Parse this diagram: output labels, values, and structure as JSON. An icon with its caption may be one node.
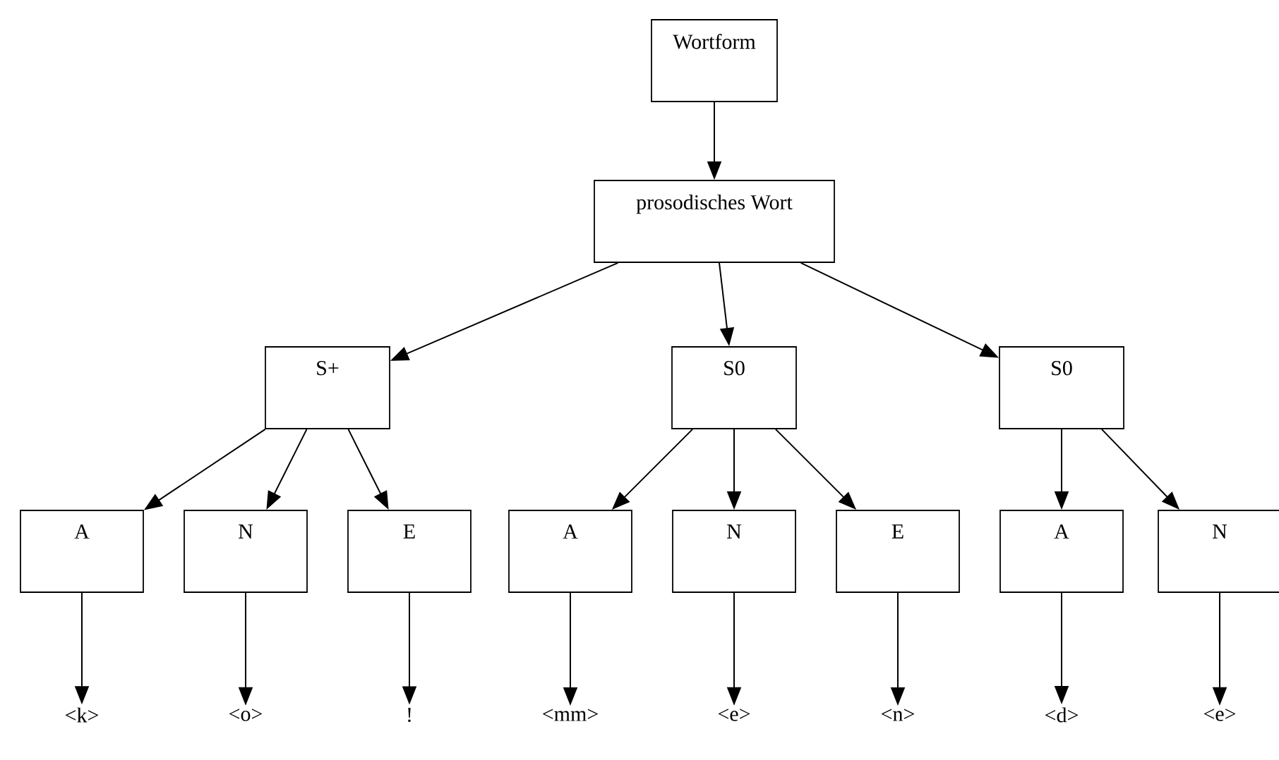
{
  "diagram": {
    "nodes": [
      {
        "text": [
          "Wortform"
        ]
      },
      {
        "text": [
          "prosodisches Wort"
        ]
      },
      {
        "text": [
          "S+"
        ]
      },
      {
        "text": [
          "S0"
        ]
      },
      {
        "text": [
          "S0"
        ]
      },
      {
        "text": [
          "A"
        ]
      },
      {
        "text": [
          "N"
        ]
      },
      {
        "text": [
          "E"
        ]
      },
      {
        "text": [
          "A"
        ]
      },
      {
        "text": [
          "N"
        ]
      },
      {
        "text": [
          "E"
        ]
      },
      {
        "text": [
          "A"
        ]
      },
      {
        "text": [
          "N"
        ]
      },
      {
        "text": [
          "<k>"
        ]
      },
      {
        "text": [
          "<o>"
        ]
      },
      {
        "text": [
          "!"
        ]
      },
      {
        "text": [
          "<mm>"
        ]
      },
      {
        "text": [
          "<e>"
        ]
      },
      {
        "text": [
          "<n>"
        ]
      },
      {
        "text": [
          "<d>"
        ]
      },
      {
        "text": [
          "<e>"
        ]
      }
    ],
    "edges": [
      {
        "from": 0,
        "to": 1,
        "arrow": "to"
      },
      {
        "from": 1,
        "to": 2,
        "arrow": "to"
      },
      {
        "from": 1,
        "to": 3,
        "arrow": "to"
      },
      {
        "from": 1,
        "to": 4,
        "arrow": "to"
      },
      {
        "from": 2,
        "to": 5,
        "arrow": "to"
      },
      {
        "from": 2,
        "to": 6,
        "arrow": "to"
      },
      {
        "from": 2,
        "to": 7,
        "arrow": "to"
      },
      {
        "from": 3,
        "to": 8,
        "arrow": "to"
      },
      {
        "from": 3,
        "to": 9,
        "arrow": "to"
      },
      {
        "from": 3,
        "to": 10,
        "arrow": "to"
      },
      {
        "from": 4,
        "to": 11,
        "arrow": "to"
      },
      {
        "from": 4,
        "to": 12,
        "arrow": "to"
      },
      {
        "from": 5,
        "to": 13,
        "arrow": "to"
      },
      {
        "from": 6,
        "to": 14,
        "arrow": "to"
      },
      {
        "from": 7,
        "to": 15,
        "arrow": "to"
      },
      {
        "from": 8,
        "to": 16,
        "arrow": "to"
      },
      {
        "from": 9,
        "to": 17,
        "arrow": "to"
      },
      {
        "from": 10,
        "to": 18,
        "arrow": "to"
      },
      {
        "from": 11,
        "to": 19,
        "arrow": "to"
      },
      {
        "from": 12,
        "to": 20,
        "arrow": "to"
      }
    ]
  }
}
